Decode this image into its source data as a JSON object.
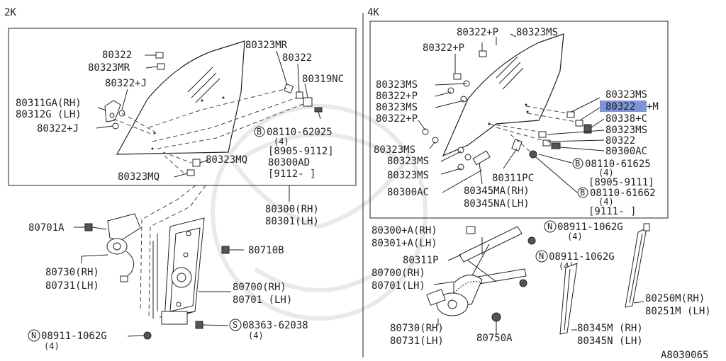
{
  "sections": {
    "left": "2K",
    "right": "4K"
  },
  "figure_id": "A8030065",
  "highlight_color": "#7f93d9",
  "left_box": {
    "labels": {
      "p80322": "80322",
      "p80323MR": "80323MR",
      "p80322J_top": "80322+J",
      "p80311GA": "80311GA(RH)",
      "p80312G": "80312G (LH)",
      "p80322J_bot": "80322+J",
      "p80323MR_r": "80323MR",
      "p80322_r": "80322",
      "p80319NC": "80319NC",
      "bolt_num": "08110-62025",
      "bolt_qty": "(4)",
      "bolt_date": "[8905-9112]",
      "p80300AD": "80300AD",
      "p80300AD_date": "[9112-   ]",
      "p80323MQ_r": "80323MQ",
      "p80323MQ_b": "80323MQ"
    }
  },
  "left_lower": {
    "labels": {
      "glass_rh": "80300(RH)",
      "glass_lh": "80301(LH)",
      "p80701A": "80701A",
      "p80710B": "80710B",
      "motor_rh": "80730(RH)",
      "motor_lh": "80731(LH)",
      "reg_rh": "80700(RH)",
      "reg_lh": "80701 (LH)",
      "screw_num": "08363-62038",
      "screw_qty": "(4)",
      "nut_num": "08911-1062G",
      "nut_qty": "(4)"
    }
  },
  "right_box": {
    "labels": {
      "a": "80322+P",
      "b": "80323MS",
      "c": "80322+P",
      "d": "80323MS",
      "e": "80322+P",
      "f": "80323MS",
      "g": "80322+P",
      "h": "80323MS",
      "i": "80323MS",
      "j": "80323MS",
      "k": "80300AC",
      "l": "80311PC",
      "m": "80345MA(RH)",
      "n": "80345NA(LH)",
      "r1": "80323MS",
      "r2_hl": "80322",
      "r2_rest": "+M",
      "r3": "80338+C",
      "r4": "80323MS",
      "r5": "80322",
      "r6": "80300AC",
      "b1_num": "08110-61625",
      "b1_qty": "(4)",
      "b1_date": "[8905-9111]",
      "b2_num": "08110-61662",
      "b2_qty": "(4)",
      "b2_date": "[9111-   ]"
    }
  },
  "right_lower": {
    "labels": {
      "glass_rh": "80300+A(RH)",
      "glass_lh": "80301+A(LH)",
      "p80311P": "80311P",
      "reg_rh": "80700(RH)",
      "reg_lh": "80701(LH)",
      "nut1_num": "08911-1062G",
      "nut1_qty": "(4)",
      "nut2_num": "08911-1062G",
      "nut2_qty": "(4)",
      "motor_rh": "80730(RH)",
      "motor_lh": "80731(LH)",
      "p80750A": "80750A",
      "chan_rh": "80345M (RH)",
      "chan_lh": "80345N (LH)",
      "rail_rh": "80250M(RH)",
      "rail_lh": "80251M (LH)"
    }
  },
  "circle_letters": {
    "bolt": "B",
    "nut": "N",
    "screw": "S"
  }
}
